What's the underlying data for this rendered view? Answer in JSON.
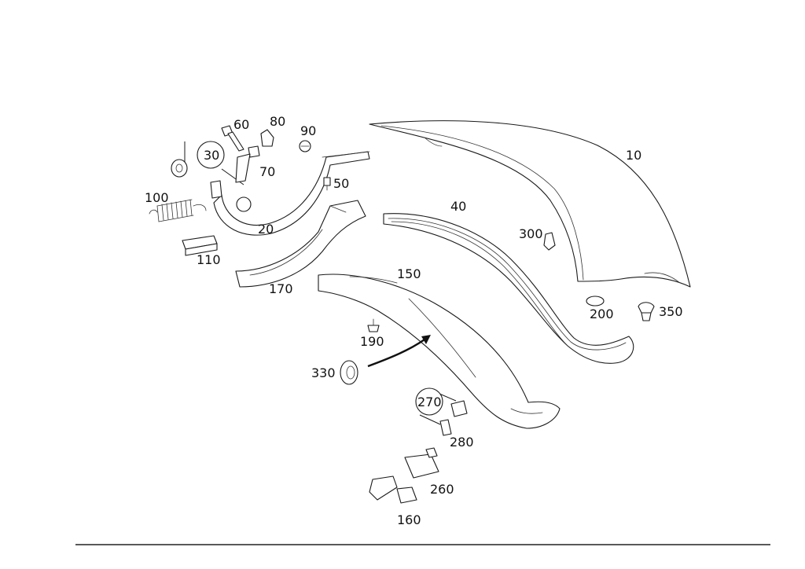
{
  "diagram": {
    "callouts": {
      "p10": "10",
      "p20": "20",
      "p30": "30",
      "p40": "40",
      "p50": "50",
      "p60": "60",
      "p70": "70",
      "p80": "80",
      "p90": "90",
      "p100": "100",
      "p110": "110",
      "p150": "150",
      "p160": "160",
      "p170": "170",
      "p190": "190",
      "p200": "200",
      "p260": "260",
      "p270": "270",
      "p280": "280",
      "p300": "300",
      "p330": "330",
      "p350": "350"
    }
  }
}
